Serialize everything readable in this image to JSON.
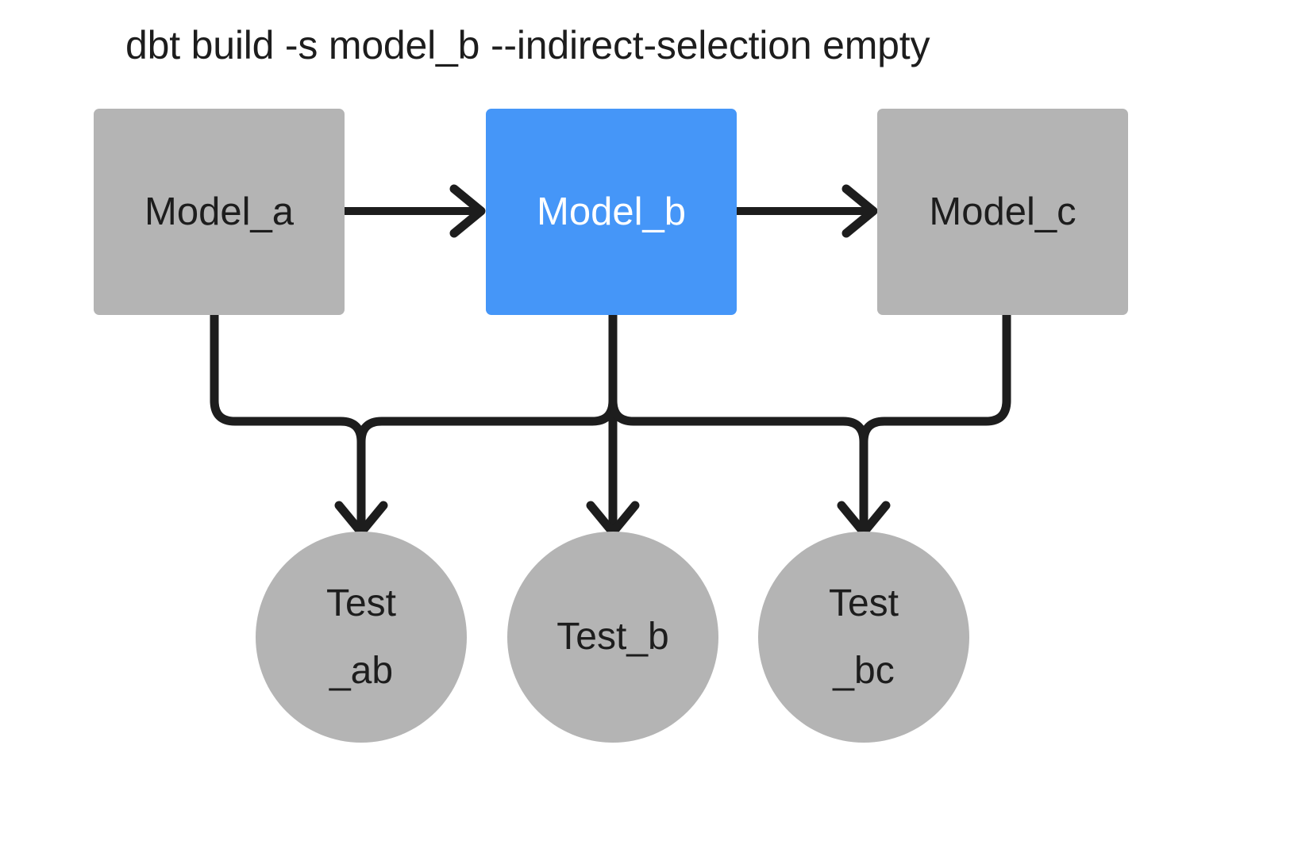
{
  "title": "dbt build -s model_b --indirect-selection empty",
  "colors": {
    "background": "#ffffff",
    "node_gray": "#b4b4b4",
    "node_selected_blue": "#4596f8",
    "edge_black": "#1d1d1d",
    "text_dark": "#1d1d1d",
    "text_light": "#ffffff"
  },
  "models": [
    {
      "id": "model_a",
      "label": "Model_a",
      "state": "unselected",
      "fill": "#b4b4b4",
      "text_color": "#1d1d1d"
    },
    {
      "id": "model_b",
      "label": "Model_b",
      "state": "selected",
      "fill": "#4596f8",
      "text_color": "#ffffff"
    },
    {
      "id": "model_c",
      "label": "Model_c",
      "state": "unselected",
      "fill": "#b4b4b4",
      "text_color": "#1d1d1d"
    }
  ],
  "tests": [
    {
      "id": "test_ab",
      "label": "Test\n_ab",
      "state": "unselected",
      "fill": "#b4b4b4"
    },
    {
      "id": "test_b",
      "label": "Test_b",
      "state": "unselected",
      "fill": "#b4b4b4"
    },
    {
      "id": "test_bc",
      "label": "Test\n_bc",
      "state": "unselected",
      "fill": "#b4b4b4"
    }
  ],
  "edges": [
    {
      "id": "model_a-to-model_b",
      "from": "model_a",
      "to": "model_b",
      "style": "horizontal-arrow"
    },
    {
      "id": "model_b-to-model_c",
      "from": "model_b",
      "to": "model_c",
      "style": "horizontal-arrow"
    },
    {
      "id": "model_a-to-test_ab",
      "from": "model_a",
      "to": "test_ab",
      "style": "elbow-arrow"
    },
    {
      "id": "model_b-to-test_ab",
      "from": "model_b",
      "to": "test_ab",
      "style": "elbow-arrow"
    },
    {
      "id": "model_b-to-test_b",
      "from": "model_b",
      "to": "test_b",
      "style": "straight-arrow"
    },
    {
      "id": "model_b-to-test_bc",
      "from": "model_b",
      "to": "test_bc",
      "style": "elbow-arrow"
    },
    {
      "id": "model_c-to-test_bc",
      "from": "model_c",
      "to": "test_bc",
      "style": "elbow-arrow"
    }
  ]
}
